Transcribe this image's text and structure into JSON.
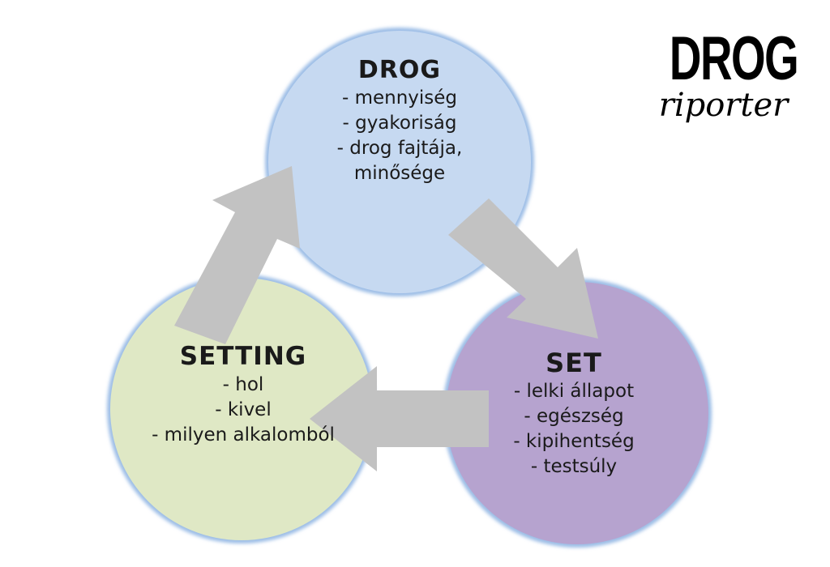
{
  "logo": {
    "top": "DROG",
    "bottom": "riporter"
  },
  "nodes": {
    "drog": {
      "title": "DROG",
      "lines": [
        "- mennyiség",
        "- gyakoriság",
        "- drog fajtája,",
        "minősége"
      ],
      "color": "#c6d9f1"
    },
    "setting": {
      "title": "SETTING",
      "lines": [
        "- hol",
        "- kivel",
        "- milyen alkalomból"
      ],
      "color": "#dfe8c5"
    },
    "set": {
      "title": "SET",
      "lines": [
        "- lelki állapot",
        "- egészség",
        "- kipihentség",
        "- testsúly"
      ],
      "color": "#b6a3cf"
    }
  },
  "colors": {
    "arrow": "#c2c2c2",
    "circle_border": "#9cbde6"
  }
}
